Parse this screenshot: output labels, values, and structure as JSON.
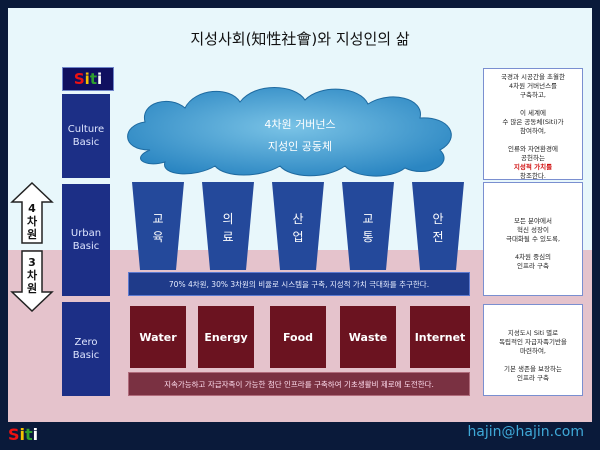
{
  "title": "지성사회(知性社會)와 지성인의 삶",
  "logo": [
    "S",
    "i",
    "t",
    "i"
  ],
  "email": "hajin@hajin.com",
  "layers": [
    {
      "line1": "Culture",
      "line2": "Basic"
    },
    {
      "line1": "Urban",
      "line2": "Basic"
    },
    {
      "line1": "Zero",
      "line2": "Basic"
    }
  ],
  "arrows": {
    "up": "4\n차\n원",
    "down": "3\n차\n원"
  },
  "cloud": {
    "line1": "4차원 거버넌스",
    "line2": "지성인 공동체"
  },
  "pillars": [
    {
      "c1": "교",
      "c2": "육"
    },
    {
      "c1": "의",
      "c2": "료"
    },
    {
      "c1": "산",
      "c2": "업"
    },
    {
      "c1": "교",
      "c2": "통"
    },
    {
      "c1": "안",
      "c2": "전"
    }
  ],
  "urban_banner": "70% 4차원, 30% 3차원의 비율로 시스템을 구축, 지성적 가치 극대화를 추구한다.",
  "zero_items": [
    "Water",
    "Energy",
    "Food",
    "Waste",
    "Internet"
  ],
  "zero_banner": "지속가능하고 자급자족이 가능한 첨단 인프라를 구축하여 기초생활비 제로에 도전한다.",
  "side_culture": [
    "국경과 시공간을 초월한",
    "4차원 거버넌스를",
    "구축하고,",
    "",
    "이 세계에",
    "수 많은 공동체(Siti)가",
    "참여하여,",
    "",
    "인류와 자연환경에",
    "공헌하는",
    "지성적 가치를",
    "창조한다."
  ],
  "side_urban": [
    "모든 분야에서",
    "혁신 성장이",
    "극대화될 수 있도록,",
    "",
    "4차원 중심의",
    "인프라 구축"
  ],
  "side_zero": [
    "지성도시 Siti 별로",
    "독립적인 자급자족기반을",
    "마련하여,",
    "",
    "기본 생존을 보장하는",
    "인프라 구축"
  ]
}
